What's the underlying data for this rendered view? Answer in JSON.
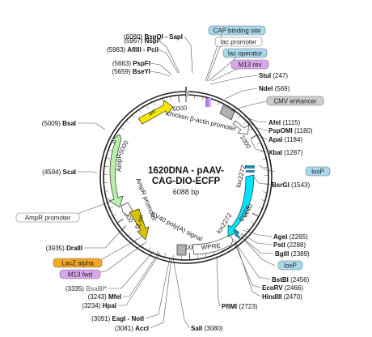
{
  "plasmid": {
    "name": "1620DNA - pAAV-",
    "name2": "CAG-DIO-ECFP",
    "length_label": "6088 bp",
    "length": 6088
  },
  "ticks": [
    "1000",
    "2000",
    "3000",
    "4000",
    "5000",
    "6000"
  ],
  "sites": [
    {
      "name": "BspQI - SapI",
      "pos": "(6080)"
    },
    {
      "name": "NspI",
      "pos": "(5967)"
    },
    {
      "name": "AflIII - PciI",
      "pos": "(5963)"
    },
    {
      "name": "PspFI",
      "pos": "(5663)"
    },
    {
      "name": "BseYI",
      "pos": "(5659)"
    },
    {
      "name": "BsaI",
      "pos": "(5009)"
    },
    {
      "name": "ScaI",
      "pos": "(4594)"
    },
    {
      "name": "DraIII",
      "pos": "(3935)"
    },
    {
      "name": "BsaBI*",
      "pos": "(3335)"
    },
    {
      "name": "MfeI",
      "pos": "(3243)"
    },
    {
      "name": "HpaI",
      "pos": "(3234)"
    },
    {
      "name": "EagI - NotI",
      "pos": "(3091)"
    },
    {
      "name": "AccI",
      "pos": "(3081)"
    },
    {
      "name": "SalI",
      "pos": "(3080)"
    },
    {
      "name": "PflMI",
      "pos": "(2723)"
    },
    {
      "name": "HindIII",
      "pos": "(2470)"
    },
    {
      "name": "EcoRV",
      "pos": "(2466)"
    },
    {
      "name": "BstBI",
      "pos": "(2456)"
    },
    {
      "name": "BglII",
      "pos": "(2389)"
    },
    {
      "name": "PstI",
      "pos": "(2288)"
    },
    {
      "name": "AgeI",
      "pos": "(2265)"
    },
    {
      "name": "BsrGI",
      "pos": "(1543)"
    },
    {
      "name": "XbaI",
      "pos": "(1287)"
    },
    {
      "name": "ApaI",
      "pos": "(1184)"
    },
    {
      "name": "PspOMI",
      "pos": "(1180)"
    },
    {
      "name": "AfeI",
      "pos": "(1115)"
    },
    {
      "name": "NdeI",
      "pos": "(569)"
    },
    {
      "name": "StuI",
      "pos": "(247)"
    }
  ],
  "boxes": [
    {
      "text": "CAP binding site",
      "color": "#a8d8ec"
    },
    {
      "text": "lac promoter",
      "color": "#ffffff"
    },
    {
      "text": "lac operator",
      "color": "#a8d8ec"
    },
    {
      "text": "M13 rev",
      "color": "#d9a6ee"
    },
    {
      "text": "CMV enhancer",
      "color": "#cccccc"
    },
    {
      "text": "loxP",
      "color": "#a8d8ec"
    },
    {
      "text": "loxP",
      "color": "#a8d8ec"
    },
    {
      "text": "AmpR promoter",
      "color": "#ffffff"
    },
    {
      "text": "LacZ alpha",
      "color": "#f5a623"
    },
    {
      "text": "M13 fwd",
      "color": "#d9a6ee"
    }
  ],
  "features": {
    "ori": "ori",
    "chicken": "chicken β-actin promoter",
    "lox1": "lox2272",
    "ecfp": "ECFP",
    "lox2": "lox2272",
    "wpre": "WPRE",
    "sv40": "SV40 poly(A) signal",
    "f1": "f1 ori",
    "ampr": "AmpR",
    "ampr_promoter": "AmpR promoter"
  },
  "colors": {
    "ori": "#f5e600",
    "ecfp": "#00e5ff",
    "ampr": "#b8f0a8",
    "f1": "#d9c200",
    "promoter": "#ffffff",
    "wpre": "#ffffff",
    "lox": "#2a8aa8",
    "cmv": "#b0b0b0",
    "site_gray": "#888888"
  }
}
